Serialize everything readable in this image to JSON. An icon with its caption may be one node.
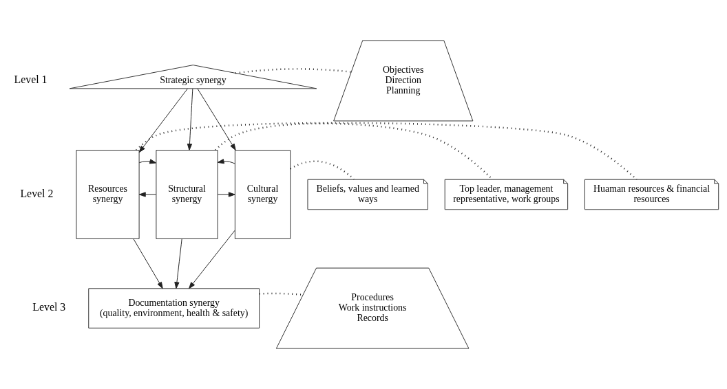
{
  "diagram": {
    "nodes": [
      {
        "text": [
          "Strategic synergy"
        ]
      },
      {
        "text": [
          "Objectives",
          "Direction",
          "Planning"
        ]
      },
      {
        "text": [
          "Resources synergy"
        ]
      },
      {
        "text": [
          "Structural synergy"
        ]
      },
      {
        "text": [
          "Cultural synergy"
        ]
      },
      {
        "text": [
          "Beliefs, values and learned ways"
        ]
      },
      {
        "text": [
          "Top leader, management representative, work groups"
        ]
      },
      {
        "text": [
          "Huaman resources & financial resources"
        ]
      },
      {
        "text": [
          "Documentation synergy",
          "(quality, environment, health & safety)"
        ]
      },
      {
        "text": [
          "Procedures",
          "Work instructions",
          "Records"
        ]
      }
    ],
    "edges": [
      {
        "from": 0,
        "to": 2,
        "arrow": "to"
      },
      {
        "from": 0,
        "to": 3,
        "arrow": "to"
      },
      {
        "from": 0,
        "to": 4,
        "arrow": "to"
      },
      {
        "from": 3,
        "to": 2,
        "arrow": "to"
      },
      {
        "from": 2,
        "to": 3,
        "arrow": "to"
      },
      {
        "from": 3,
        "to": 4,
        "arrow": "to"
      },
      {
        "from": 4,
        "to": 3,
        "arrow": "to"
      },
      {
        "from": 2,
        "to": 8,
        "arrow": "to"
      },
      {
        "from": 3,
        "to": 8,
        "arrow": "to"
      },
      {
        "from": 4,
        "to": 8,
        "arrow": "to"
      },
      {
        "from": 0,
        "to": 1,
        "arrow": "none",
        "style": "dashed"
      },
      {
        "from": 4,
        "to": 5,
        "arrow": "none",
        "style": "dashed"
      },
      {
        "from": 3,
        "to": 6,
        "arrow": "none",
        "style": "dashed"
      },
      {
        "from": 2,
        "to": 7,
        "arrow": "none",
        "style": "dashed"
      },
      {
        "from": 8,
        "to": 9,
        "arrow": "none",
        "style": "dashed"
      }
    ],
    "labels": [
      "Level 1",
      "Level 2",
      "Level 3"
    ]
  }
}
